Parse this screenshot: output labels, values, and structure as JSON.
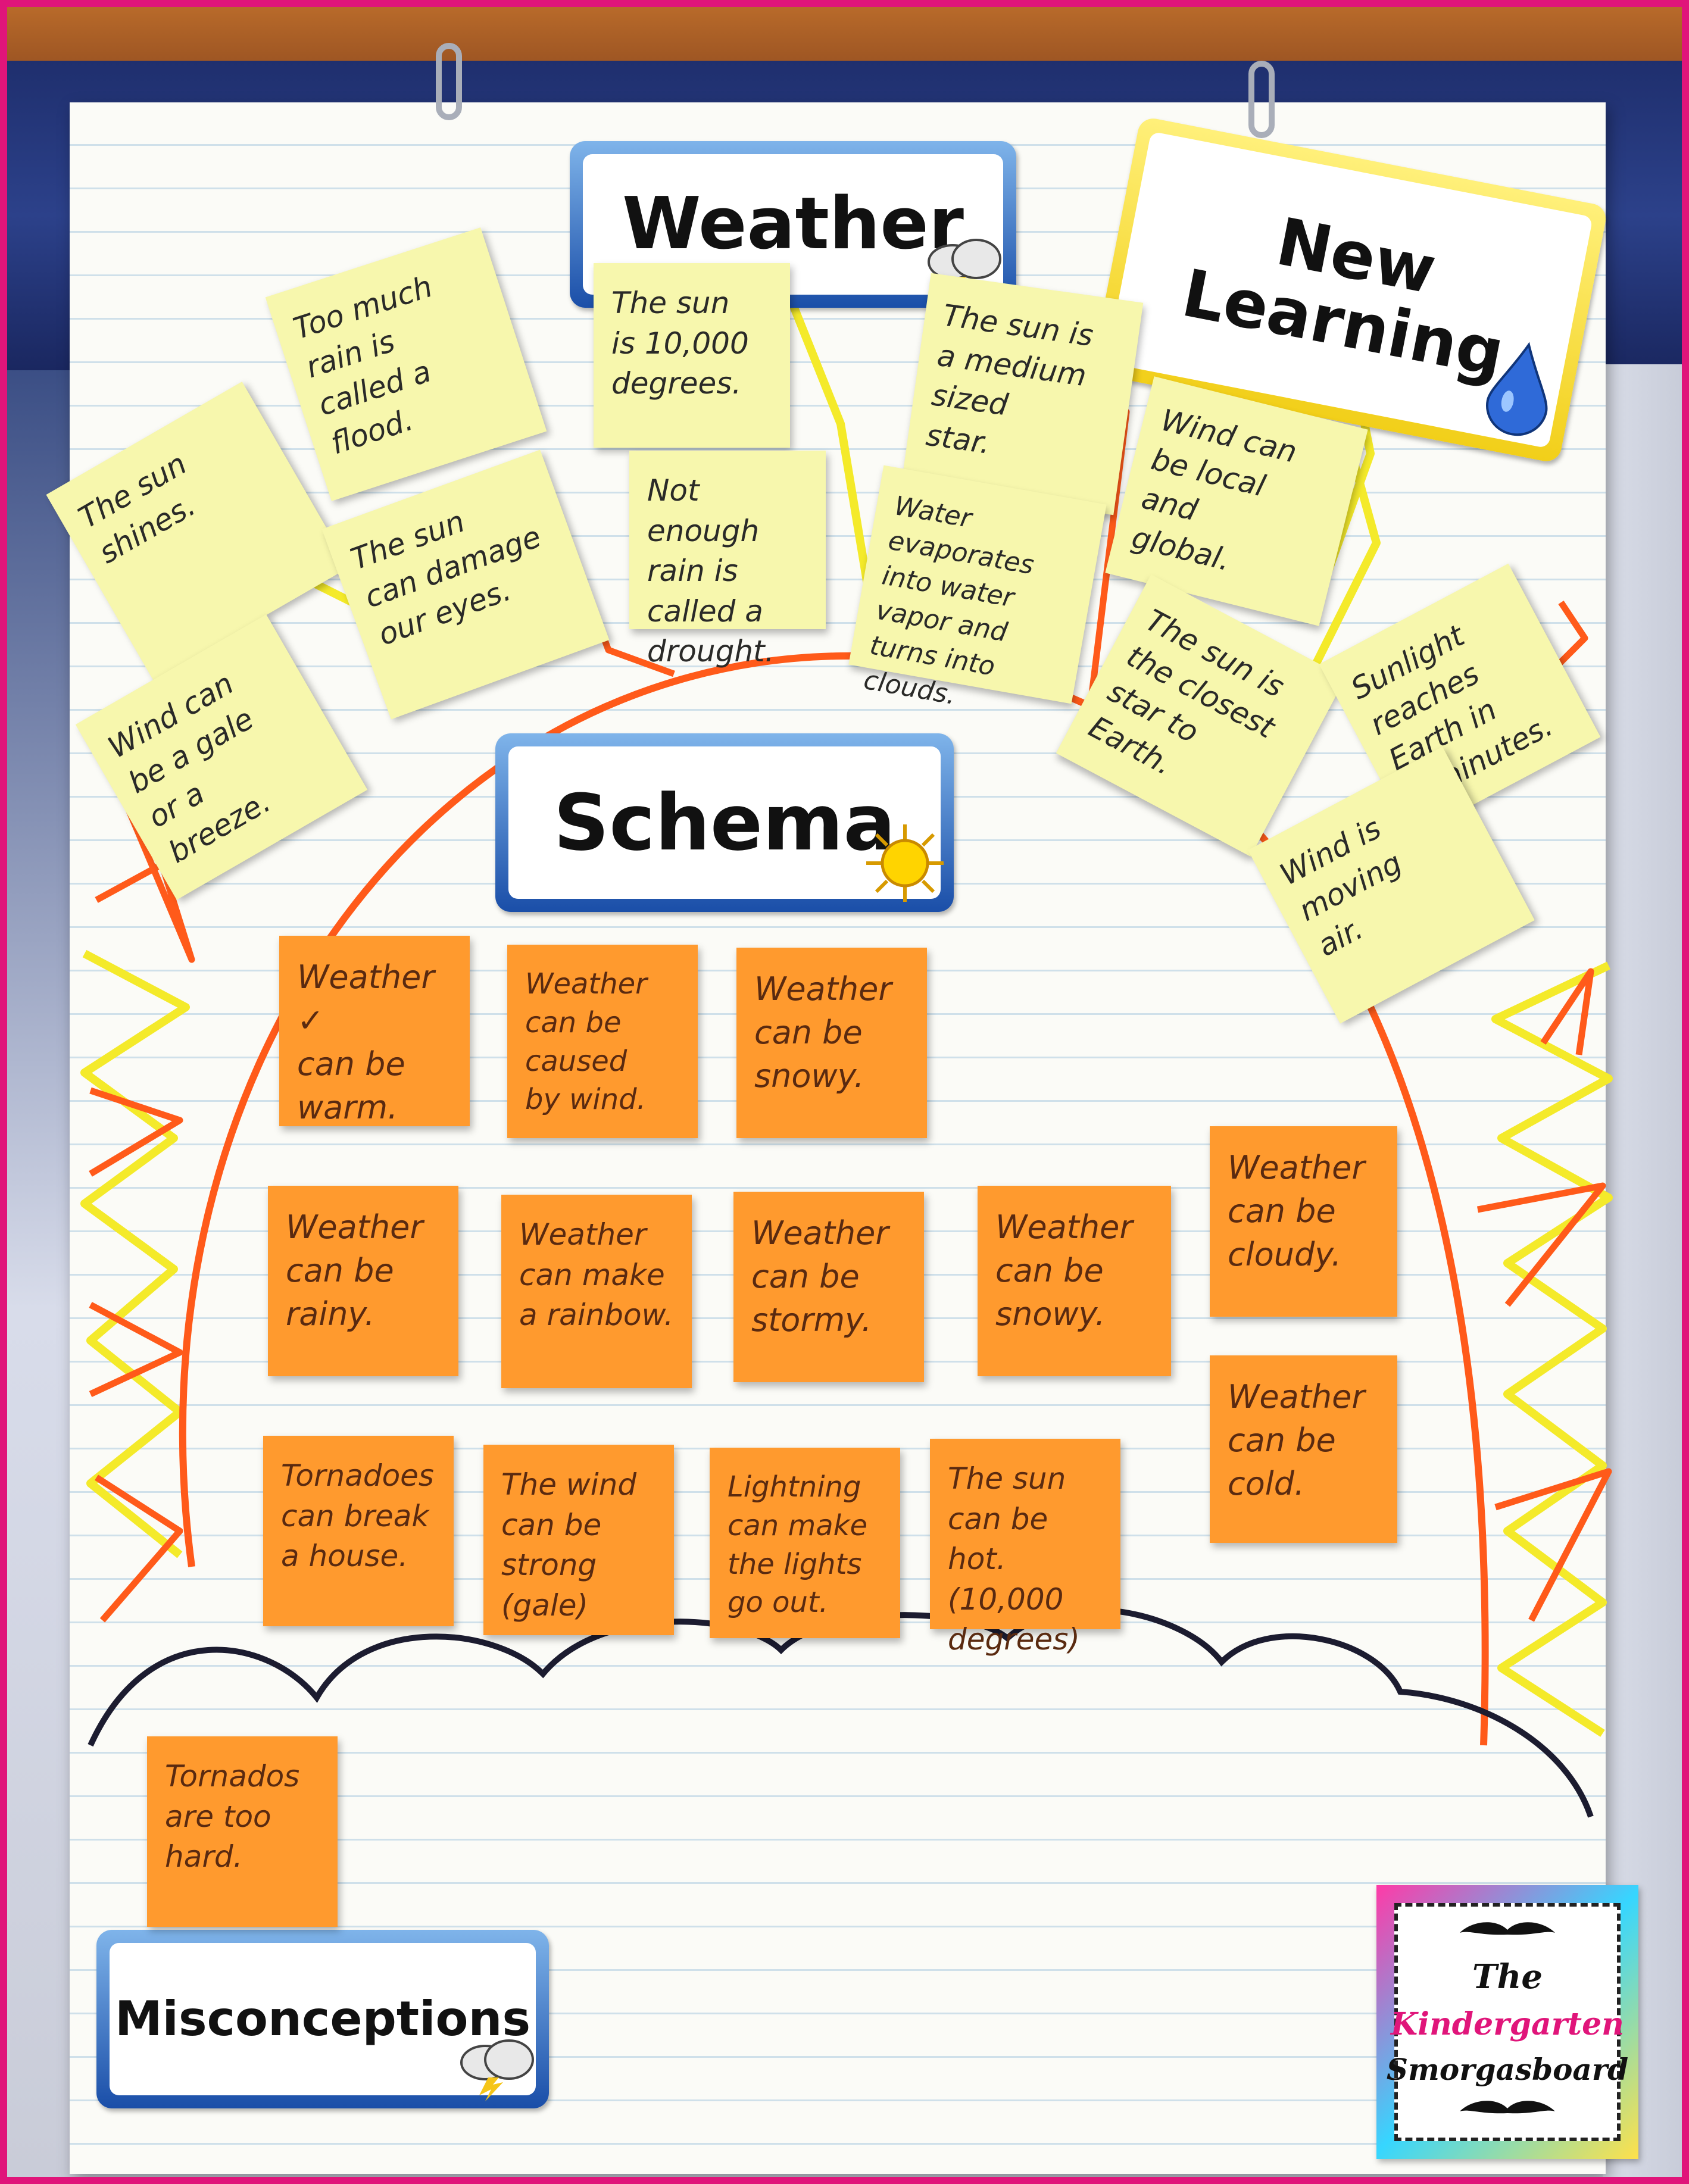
{
  "signs": {
    "weather": "Weather",
    "new_learning": "New\nLearning",
    "schema": "Schema",
    "misconceptions": "Misconceptions"
  },
  "yellow_notes": [
    "Too much\nrain is\ncalled a\nflood.",
    "The sun\nis 10,000\ndegrees.",
    "The sun is\na medium\nsized\nstar.",
    "The sun\nshines.",
    "The sun\ncan damage\nour eyes.",
    "Not enough\nrain is\ncalled a\ndrought.",
    "Water evaporates\ninto water\nvapor and\nturns into\nclouds.",
    "Wind can\nbe local\nand\nglobal.",
    "Wind can\nbe a gale\nor a\nbreeze.",
    "The sun is\nthe closest\nstar to\nEarth.",
    "Sunlight\nreaches\nEarth in\n8 minutes.",
    "Wind is\nmoving\nair."
  ],
  "orange_notes": [
    "Weather ✓\ncan be\nwarm.",
    "Weather\ncan be\ncaused\nby wind.",
    "Weather\ncan be\nsnowy.",
    "Weather\ncan be\nrainy.",
    "Weather\ncan make\na rainbow.",
    "Weather\ncan be\nstormy.",
    "Weather\ncan be\nsnowy.",
    "Weather\ncan be\ncloudy.",
    "Weather\ncan be\ncold.",
    "Tornadoes\ncan break\na house.",
    "The wind\ncan be\nstrong\n(gale)",
    "Lightning\ncan make\nthe lights\ngo out.",
    "The sun\ncan be\nhot.\n(10,000 degrees)"
  ],
  "misconception_notes": [
    "Tornados\nare too\nhard."
  ],
  "logo": {
    "line1": "The",
    "line2": "Kindergarten",
    "line3": "Smorgasboard"
  },
  "icons": [
    "cloud-lightning-icon",
    "raindrop-icon",
    "sun-icon",
    "mustache-icon"
  ],
  "colors": {
    "sun_outline": "#ff5a1a",
    "sun_rays": "#f4ea2a",
    "yellow_note": "#f7f7ad",
    "orange_note": "#ff9a2e",
    "sign_blue": "#1a4ea8",
    "sign_yellow": "#f2cf19",
    "border_pink": "#e0157a"
  }
}
